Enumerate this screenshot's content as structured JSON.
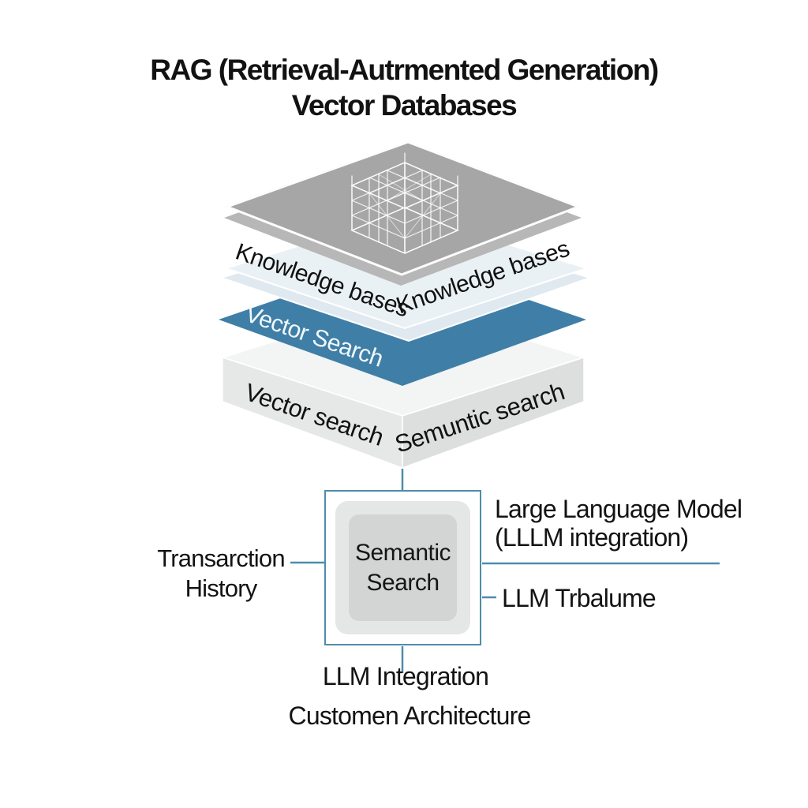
{
  "title": {
    "line1": "RAG (Retrieval-Autrmented Generation)",
    "line2": "Vector Databases"
  },
  "stack": {
    "knowledge_left_label": "Knowledge bases",
    "knowledge_right_label": "Knowledge bases",
    "vector_layer_label": "Vector Search",
    "slab_left_label": "Vector search",
    "slab_right_label": "Semuntic search"
  },
  "flow": {
    "center_box_line1": "Semantic",
    "center_box_line2": "Search",
    "left_label_line1": "Transarction",
    "left_label_line2": "History",
    "right_label_line1": "Large Language Model",
    "right_label_line2": "(LLLM integration)",
    "right_label2": "LLM Trbalume",
    "bottom_label": "LLM Integration",
    "footer_label": "Customen Architecture"
  },
  "colors": {
    "accent_line": "#4e8cab",
    "layer_blue": "#3f7fa7",
    "layer_pale_blue": "#e7eef3",
    "layer_gray": "#a6a6a6",
    "slab_gray": "#e6e7e7",
    "text": "#141414"
  }
}
